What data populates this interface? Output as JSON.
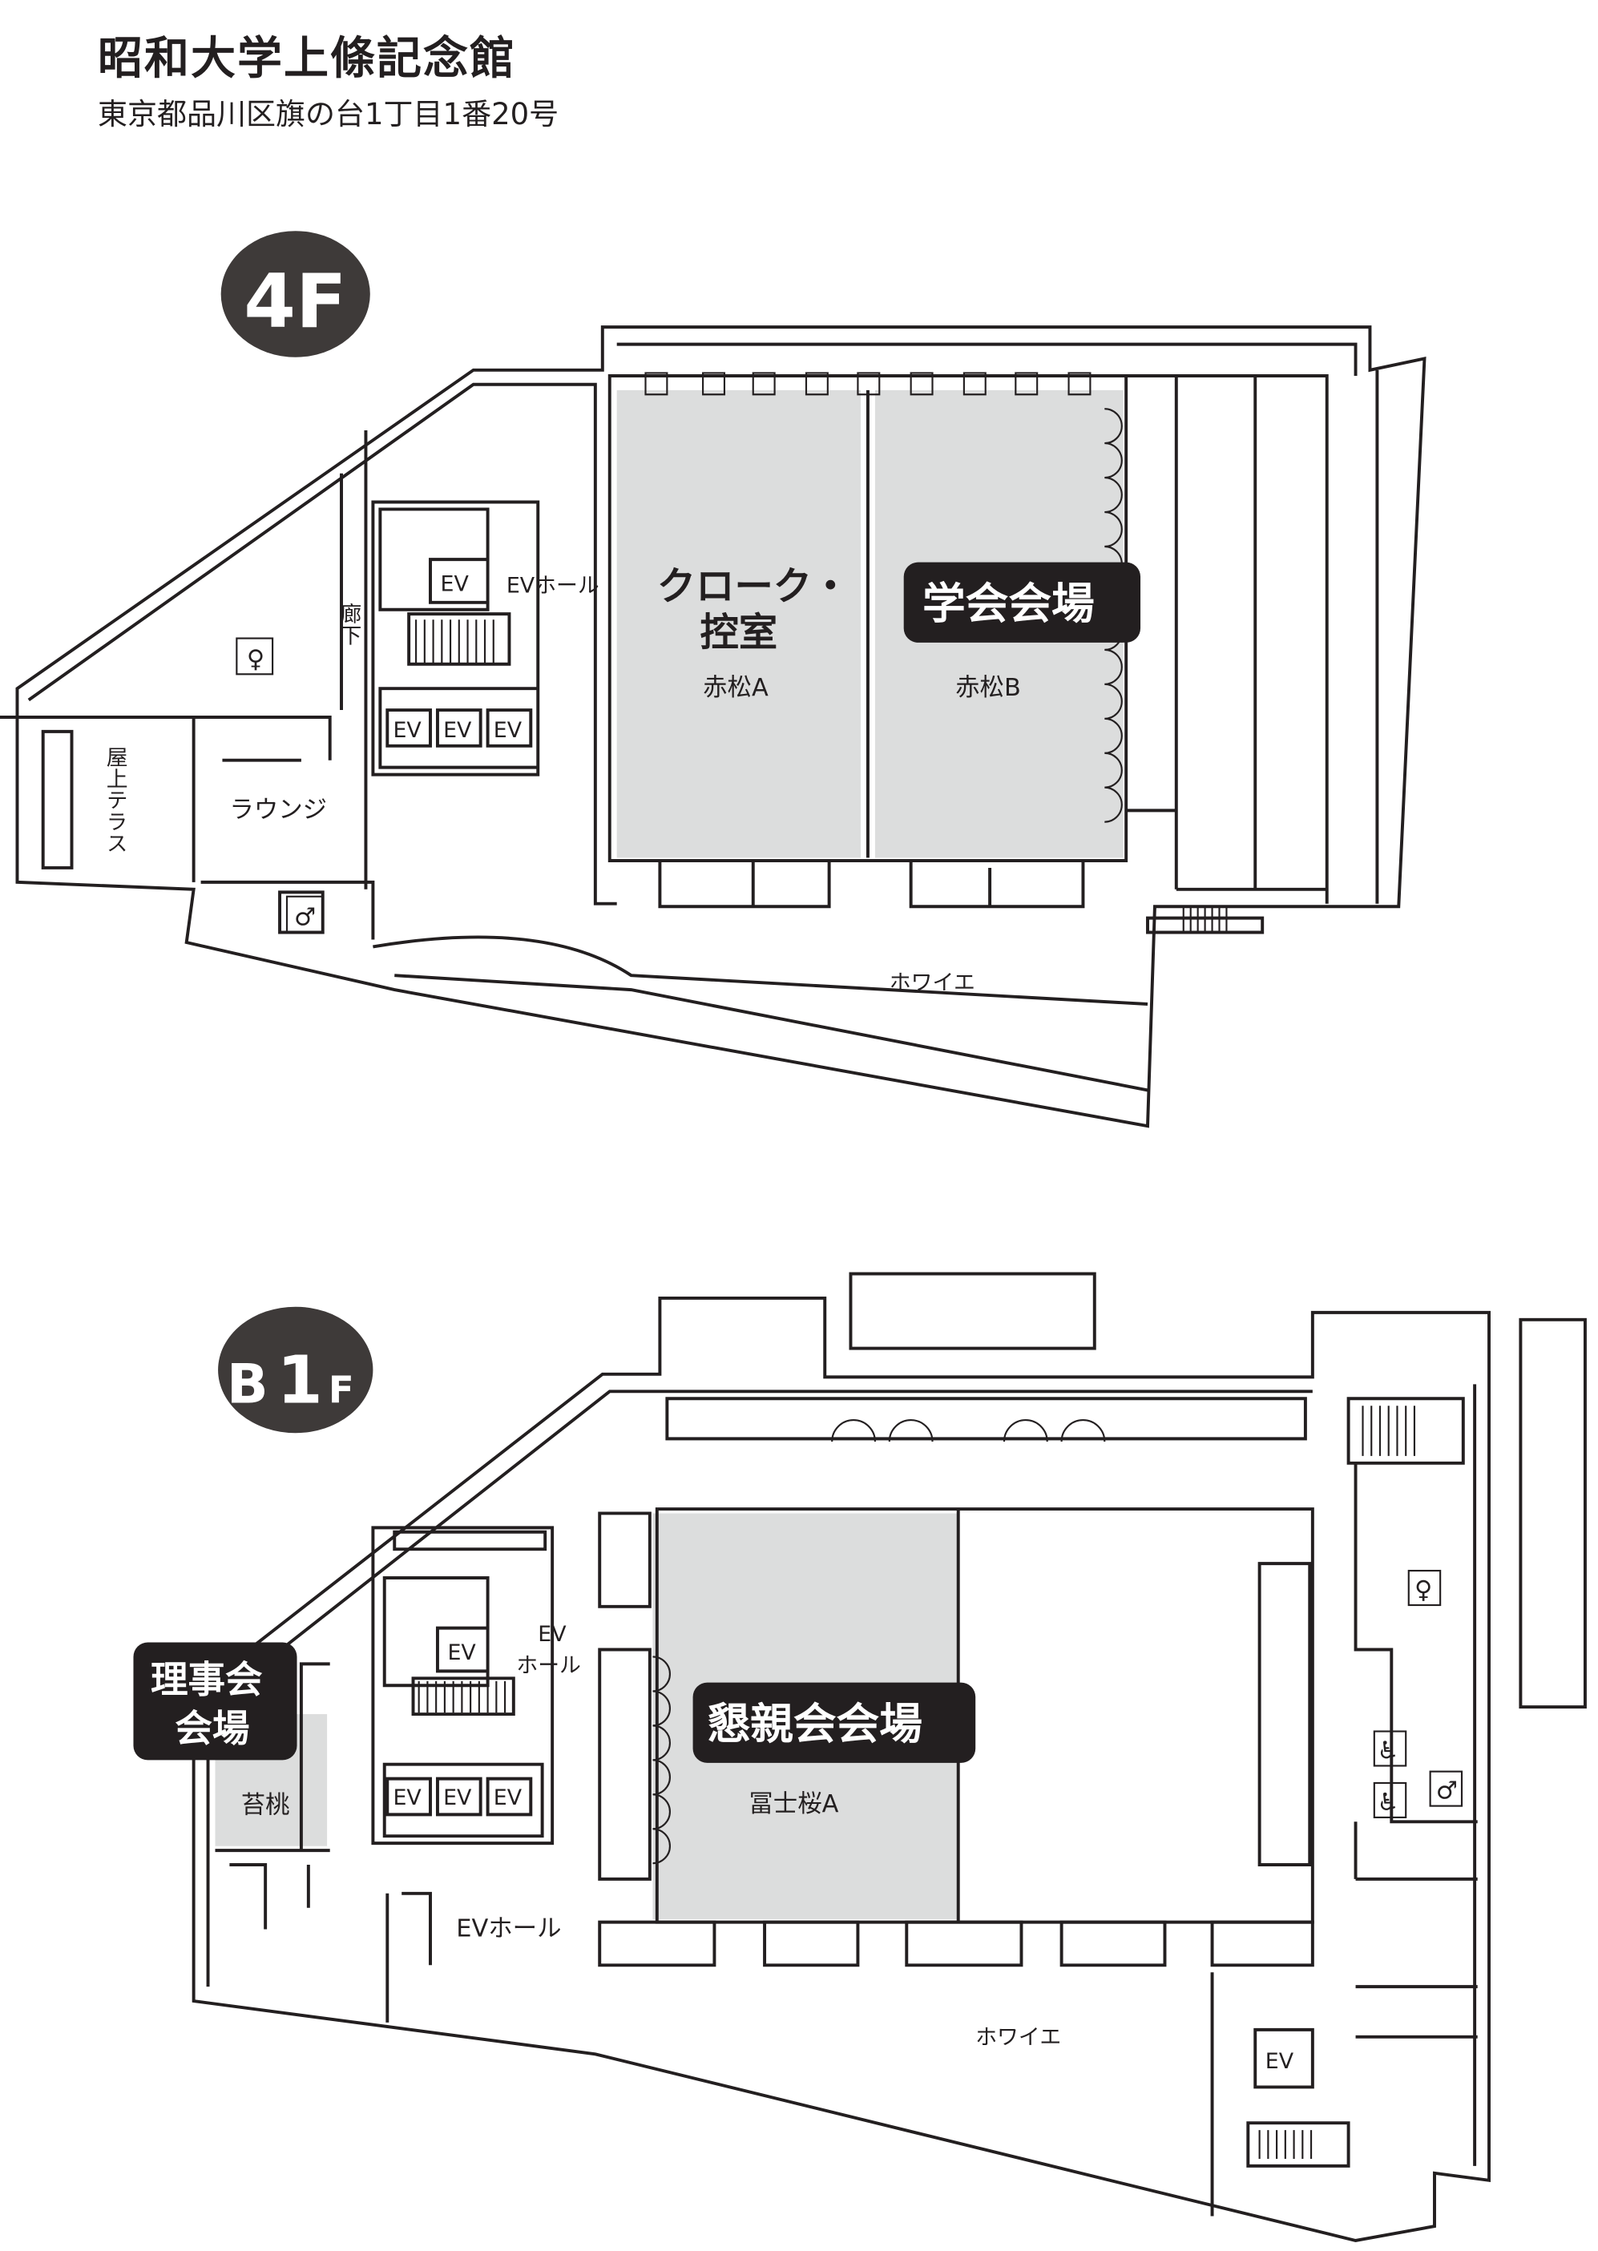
{
  "header": {
    "title": "昭和大学上條記念館",
    "address": "東京都品川区旗の台1丁目1番20号"
  },
  "floor_4f": {
    "badge": "4F",
    "rooms": {
      "cloak_line1": "クローク・",
      "cloak_line2": "控室",
      "akamatsu_a": "赤松A",
      "akamatsu_b": "赤松B",
      "lounge": "ラウンジ",
      "rooftop_terrace": "屋上テラス",
      "corridor": "廊下",
      "ev_hall": "EVホール",
      "foyer": "ホワイエ",
      "ev": "EV"
    },
    "highlight": "学会会場"
  },
  "floor_b1f": {
    "badge_b": "B",
    "badge_1": "1",
    "badge_f": "F",
    "rooms": {
      "kokemomo": "苔桃",
      "fujizakura_a": "冨士桜A",
      "ev_hall_top_line1": "EV",
      "ev_hall_top_line2": "ホール",
      "ev_hall": "EVホール",
      "foyer": "ホワイエ",
      "ev": "EV"
    },
    "highlight_board_line1": "理事会",
    "highlight_board_line2": "会場",
    "highlight_main": "懇親会会場"
  },
  "colors": {
    "highlight_room": "#dcdddd",
    "badge": "#3e3a39",
    "label_box": "#231f20"
  }
}
